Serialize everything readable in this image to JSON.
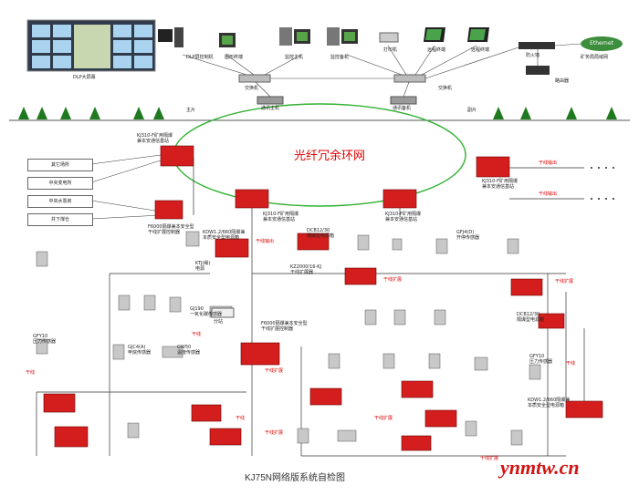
{
  "caption": "KJ75N网络版系统自检图",
  "watermark": "ynmtw.cn",
  "ring_label": "光纤冗余环网",
  "top": {
    "dlp_label": "DLP大屏幕",
    "dlp_ctrl": "DLP屏控制机",
    "drawing_terminal": "图形终端",
    "mon_host_1": "监控主机",
    "mon_host_2": "监控备机",
    "printer": "打印机",
    "remote_1": "远程终端",
    "remote_2": "远程终端",
    "firewall": "防火墙",
    "ethernet": "Ethernet",
    "mine_office": "矿务局局域网",
    "router": "路由器",
    "switch_l": "交换机",
    "switch_r": "交换机",
    "comm_main": "通讯主机",
    "comm_backup": "通讯备机",
    "line_main": "主片",
    "line_sub": "副片"
  },
  "side_boxes": [
    "其它场所",
    "中央变电所",
    "中央水泵房",
    "井下煤仓"
  ],
  "labels": {
    "ring_sub_tl": "KJ310-F矿用隔爆\n兼本安通信基站",
    "ring_sub_tr": "KJ310-F矿用隔爆\n兼本安通信基站",
    "ring_sub_ml": "KJ310-F矿用隔爆\n兼本安通信基站",
    "ring_sub_mr": "KJ310-F矿用隔爆\n兼本安通信基站",
    "main_out_1": "干线输出",
    "main_out_2": "干线输出",
    "main_out_3": "干线输出",
    "sub_f6000_top": "F6000隔爆兼本安全型\n干线扩展控制器",
    "kdw_top": "KDW1.2/660隔爆兼\n本质安全型电源箱",
    "ktj_rope": "KTJ(绳)\n电源",
    "dcb_top": "DCB12/30\n隔爆型电源箱",
    "kz2000_top": "KZ2000/16-KJ\n干线扩展器",
    "gj_flow": "GFJ4(D)\n开停传感器",
    "dcb_right": "DCB12/30\n隔爆型电源箱",
    "f6000_mid": "F6000隔爆兼本安全型\n干线扩展控制器",
    "line_extend_1": "干线扩展",
    "line_extend_2": "干线扩展",
    "line_extend_3": "干线扩展",
    "line_extend_4": "干线扩展",
    "line_extend_5": "干线扩展",
    "line_extend_6": "干线扩展",
    "line_1": "干线",
    "line_2": "干线",
    "line_3": "干线",
    "line_4": "干线",
    "co_sensor": "GJ190\n一氧化碳传感器",
    "temp_sensor": "GW50\n温度传感器",
    "gfy_left": "GFY10\n压力传感器",
    "gjc4_left": "GJC4(A)\n甲烷传感器",
    "gfy_right": "GFY10\n压力传感器",
    "kdw_right": "KDW1.2/660隔爆兼\n本质安全型电源箱",
    "hub_label": "分站"
  }
}
